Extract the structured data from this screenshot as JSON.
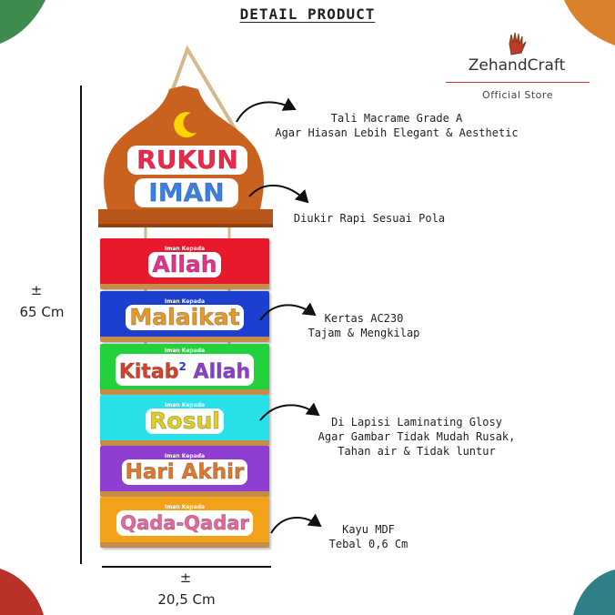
{
  "header": {
    "title": "DETAIL PRODUCT"
  },
  "brand": {
    "name": "ZehandCraft",
    "store": "Official Store"
  },
  "product": {
    "title_line1": "RUKUN",
    "title_line2": "IMAN",
    "boards": [
      {
        "sub": "Iman Kepada",
        "word": "Allah",
        "color": "#e8192c"
      },
      {
        "sub": "Iman Kepada",
        "word": "Malaikat",
        "color": "#1c3fcf"
      },
      {
        "sub": "Iman Kepada",
        "word": "Kitab",
        "sup": "2",
        "word2": "Allah",
        "color": "#22d13b"
      },
      {
        "sub": "Iman Kepada",
        "word": "Rosul",
        "color": "#27e0e8"
      },
      {
        "sub": "Iman Kepada",
        "word": "Hari Akhir",
        "color": "#8e3fd1"
      },
      {
        "sub": "Iman Kepada",
        "word": "Qada-Qadar",
        "color": "#f5a21b"
      }
    ],
    "dome_color": "#c8621e",
    "rope_color": "#d6b98a"
  },
  "annotations": {
    "rope": {
      "line1": "Tali Macrame Grade A",
      "line2": "Agar Hiasan Lebih Elegant & Aesthetic"
    },
    "carve": {
      "line1": "Diukir Rapi Sesuai Pola"
    },
    "paper": {
      "line1": "Kertas AC230",
      "line2": "Tajam & Mengkilap"
    },
    "laminate": {
      "line1": "Di Lapisi Laminating Glosy",
      "line2": "Agar Gambar Tidak Mudah Rusak,",
      "line3": "Tahan air & Tidak luntur"
    },
    "wood": {
      "line1": "Kayu MDF",
      "line2": "Tebal 0,6 Cm"
    }
  },
  "dimensions": {
    "height_pm": "±",
    "height_value": "65 Cm",
    "width_pm": "±",
    "width_value": "20,5 Cm"
  },
  "colors": {
    "corner_orange": "#d9822b",
    "corner_green": "#3f8a4d",
    "corner_teal": "#2f7f86",
    "corner_red": "#b8322a",
    "accent_red": "#c0392b"
  }
}
